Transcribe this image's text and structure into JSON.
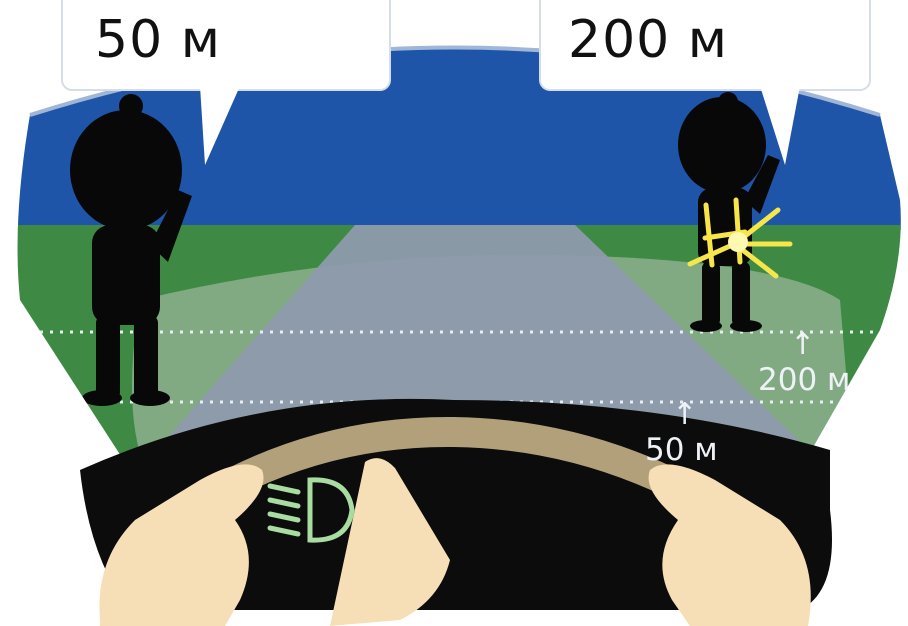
{
  "bubbles": {
    "near_label": "50 м",
    "far_label": "200 м"
  },
  "road_marks": {
    "far_label": "200 м",
    "near_label": "50 м",
    "arrow_glyph": "↑"
  },
  "icons": {
    "headlight": "low-beam-headlight-icon"
  },
  "colors": {
    "sky": "#1f55a8",
    "grass": "#3e8a45",
    "road": "#8d9aac",
    "beam": "#b8c4b6",
    "dashboard": "#0c0c0c",
    "steering_wheel": "#b2a07a",
    "hands": "#f6dfb7",
    "silhouette": "#080808",
    "flash": "#f6e64a",
    "indicator": "#a8dca0",
    "bubble": "#ffffff"
  }
}
